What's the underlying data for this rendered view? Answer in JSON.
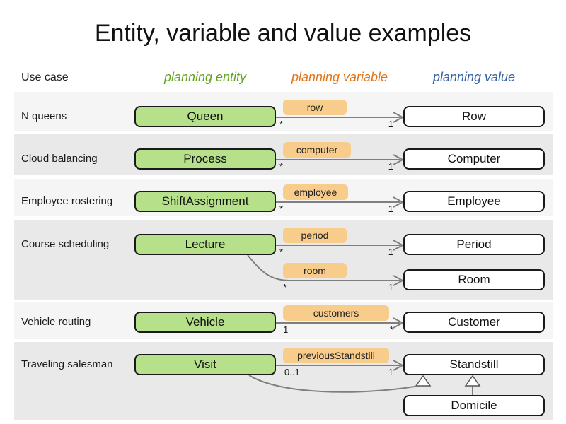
{
  "title": "Entity, variable and value examples",
  "header": {
    "use_case": "Use case",
    "columns": [
      {
        "label": "planning entity",
        "color": "#61a420"
      },
      {
        "label": "planning variable",
        "color": "#e0751a"
      },
      {
        "label": "planning value",
        "color": "#35639f"
      }
    ]
  },
  "palette": {
    "entity_fill": "#b6e08a",
    "variable_fill": "#f8cc8a",
    "value_fill": "#ffffff",
    "band_light": "#f5f5f5",
    "band_dark": "#e9e9e9",
    "connector": "#7f7f7f"
  },
  "rows": [
    {
      "use_case": "N queens",
      "entity": "Queen",
      "relations": [
        {
          "variable": "row",
          "left_mult": "*",
          "right_mult": "1",
          "value": "Row"
        }
      ]
    },
    {
      "use_case": "Cloud balancing",
      "entity": "Process",
      "relations": [
        {
          "variable": "computer",
          "left_mult": "*",
          "right_mult": "1",
          "value": "Computer"
        }
      ]
    },
    {
      "use_case": "Employee rostering",
      "entity": "ShiftAssignment",
      "relations": [
        {
          "variable": "employee",
          "left_mult": "*",
          "right_mult": "1",
          "value": "Employee"
        }
      ]
    },
    {
      "use_case": "Course scheduling",
      "entity": "Lecture",
      "relations": [
        {
          "variable": "period",
          "left_mult": "*",
          "right_mult": "1",
          "value": "Period"
        },
        {
          "variable": "room",
          "left_mult": "*",
          "right_mult": "1",
          "value": "Room"
        }
      ]
    },
    {
      "use_case": "Vehicle routing",
      "entity": "Vehicle",
      "relations": [
        {
          "variable": "customers",
          "left_mult": "1",
          "right_mult": "*",
          "value": "Customer"
        }
      ]
    },
    {
      "use_case": "Traveling salesman",
      "entity": "Visit",
      "relations": [
        {
          "variable": "previousStandstill",
          "left_mult": "0..1",
          "right_mult": "1",
          "value": "Standstill"
        }
      ],
      "subclass_value": "Domicile"
    }
  ]
}
